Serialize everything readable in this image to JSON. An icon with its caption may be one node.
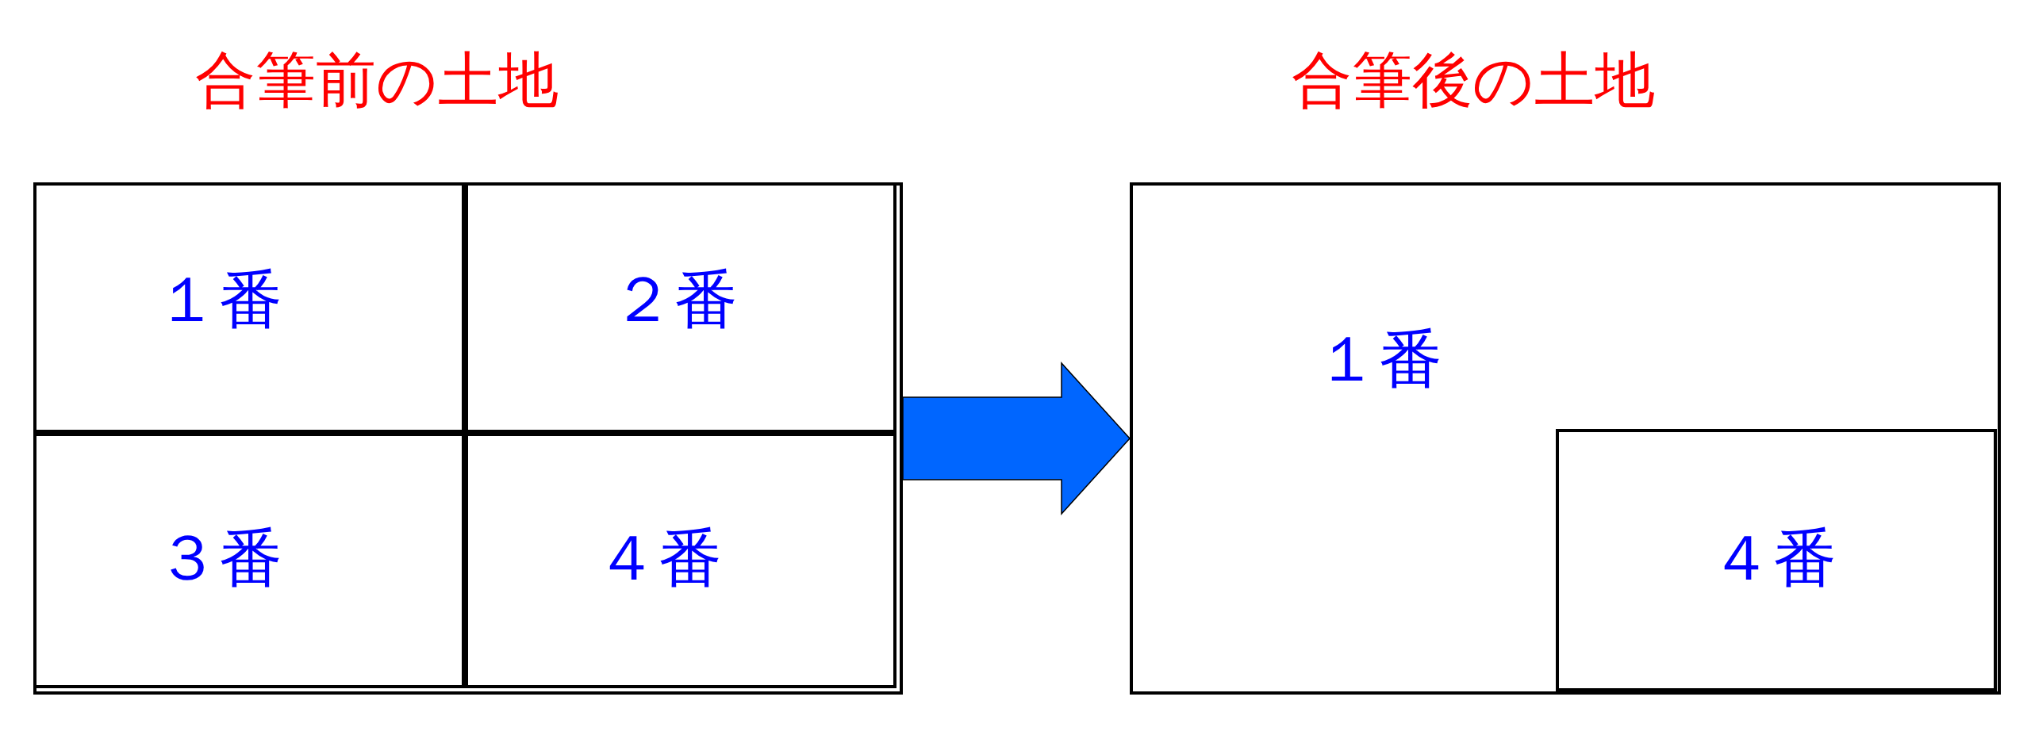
{
  "diagram": {
    "nodes": [
      {
        "text": [
          "合筆前の土地"
        ]
      },
      {
        "text": [
          "１番"
        ],
        "in": 0
      },
      {
        "text": [
          "２番"
        ],
        "in": 0
      },
      {
        "text": [
          "３番"
        ],
        "in": 0
      },
      {
        "text": [
          "４番"
        ],
        "in": 0
      },
      {
        "text": [
          "合筆後の土地",
          "１番"
        ]
      },
      {
        "text": [
          "４番"
        ],
        "in": 5
      }
    ],
    "edges": [
      {
        "from": 0,
        "to": 5,
        "arrow": "to"
      }
    ]
  }
}
